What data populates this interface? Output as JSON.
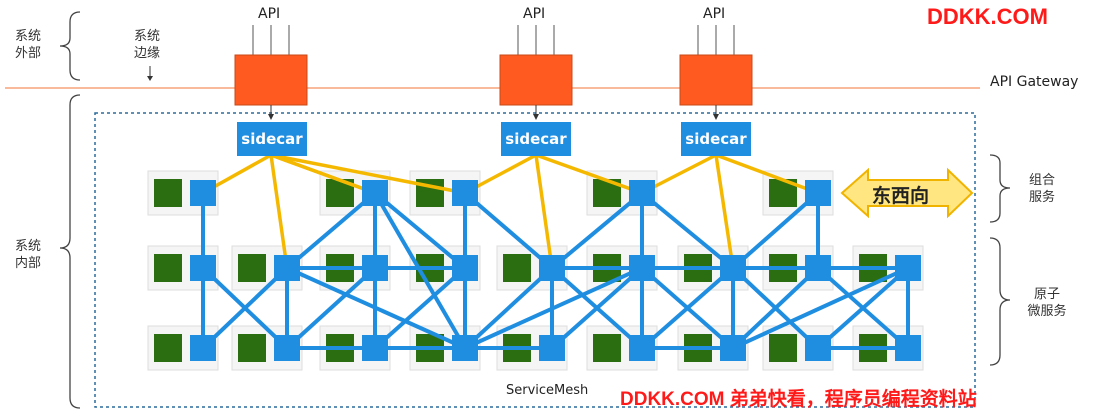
{
  "labels": {
    "system_external": "系统\n外部",
    "system_edge": "系统\n边缘",
    "system_internal": "系统\n内部",
    "api_1": "API",
    "api_2": "API",
    "api_3": "API",
    "api_gateway": "API Gateway",
    "sidecar_1": "sidecar",
    "sidecar_2": "sidecar",
    "sidecar_3": "sidecar",
    "east_west": "东西向",
    "composite_services": "组合\n服务",
    "atomic_services": "原子\n微服务",
    "service_mesh": "ServiceMesh"
  },
  "watermarks": {
    "top": "DDKK.COM",
    "bottom": "DDKK.COM 弟弟快看，程序员编程资料站"
  },
  "colors": {
    "gateway_box": "#ff5a1f",
    "gateway_line": "#f7a27a",
    "sidecar": "#1f8ee0",
    "mesh_line": "#1f8ee0",
    "yellow_link": "#f5b800",
    "service_green": "#2b6e12",
    "service_card": "#f5f5f5",
    "arrow_fill": "#ffe680",
    "watermark": "#ff1a1a"
  }
}
